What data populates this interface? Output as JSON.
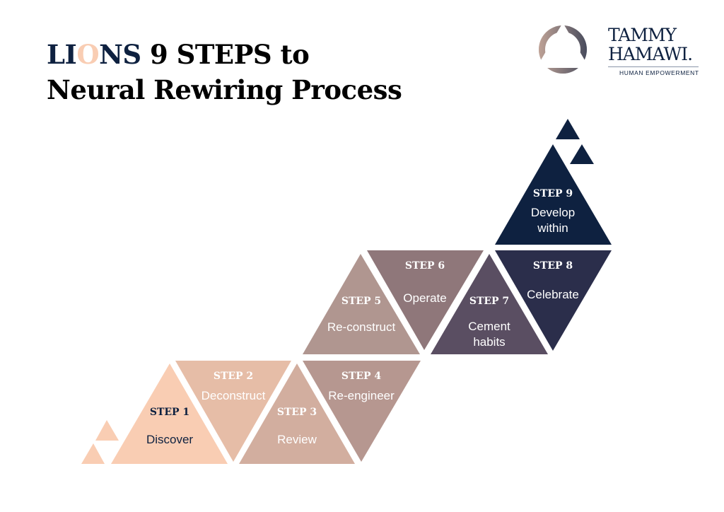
{
  "title": {
    "line1_lions_a": "LI",
    "line1_lions_o": "O",
    "line1_lions_b": "NS",
    "line1_rest": " 9 STEPS to",
    "line2": "Neural Rewiring Process"
  },
  "logo": {
    "name_line1": "TAMMY",
    "name_line2": "HAMAWI.",
    "tagline": "HUMAN EMPOWERMENT"
  },
  "colors": {
    "navy": "#0e2140",
    "peach": "#f9cdb3"
  },
  "steps": [
    {
      "step": "STEP 1",
      "label": "Discover",
      "color": "#f9cdb3",
      "text_color": "#0e2140"
    },
    {
      "step": "STEP 2",
      "label": "Deconstruct",
      "color": "#e6bda7",
      "text_color": "#ffffff"
    },
    {
      "step": "STEP 3",
      "label": "Review",
      "color": "#d2ae9f",
      "text_color": "#ffffff"
    },
    {
      "step": "STEP 4",
      "label": "Re-engineer",
      "color": "#b69790",
      "text_color": "#ffffff"
    },
    {
      "step": "STEP 5",
      "label": "Re-construct",
      "color": "#b09690",
      "text_color": "#ffffff"
    },
    {
      "step": "STEP 6",
      "label": "Operate",
      "color": "#8f777a",
      "text_color": "#ffffff"
    },
    {
      "step": "STEP 7",
      "label": "Cement",
      "label2": "habits",
      "color": "#5a4e62",
      "text_color": "#ffffff"
    },
    {
      "step": "STEP 8",
      "label": "Celebrate",
      "color": "#2b2e4b",
      "text_color": "#ffffff"
    },
    {
      "step": "STEP 9",
      "label": "Develop",
      "label2": "within",
      "color": "#0e2140",
      "text_color": "#ffffff"
    }
  ]
}
